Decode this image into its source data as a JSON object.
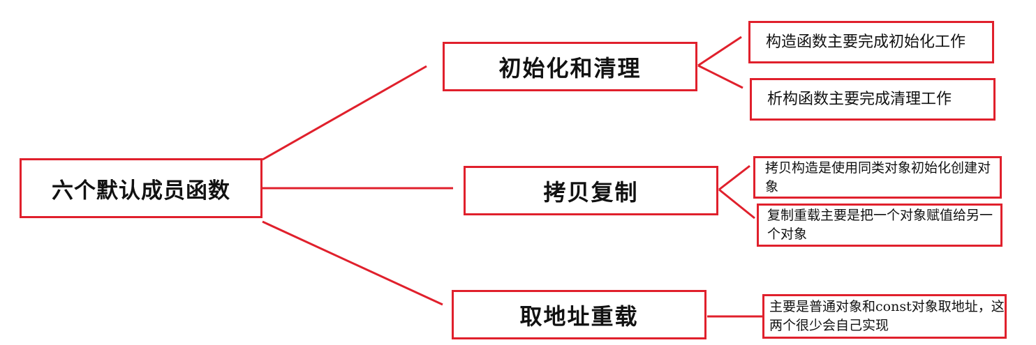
{
  "diagram": {
    "root": {
      "label": "六个默认成员函数"
    },
    "branches": [
      {
        "label": "初始化和清理",
        "leaves": [
          {
            "label": "构造函数主要完成初始化工作"
          },
          {
            "label": "析构函数主要完成清理工作"
          }
        ]
      },
      {
        "label": "拷贝复制",
        "leaves": [
          {
            "label": "拷贝构造是使用同类对象初始化创建对象"
          },
          {
            "label": "复制重载主要是把一个对象赋值给另一个对象"
          }
        ]
      },
      {
        "label": "取地址重载",
        "leaves": [
          {
            "label": "主要是普通对象和const对象取地址，这两个很少会自己实现"
          }
        ]
      }
    ],
    "colors": {
      "border": "#e0202c",
      "line": "#e0202c",
      "text": "#111111",
      "background": "#ffffff"
    }
  }
}
